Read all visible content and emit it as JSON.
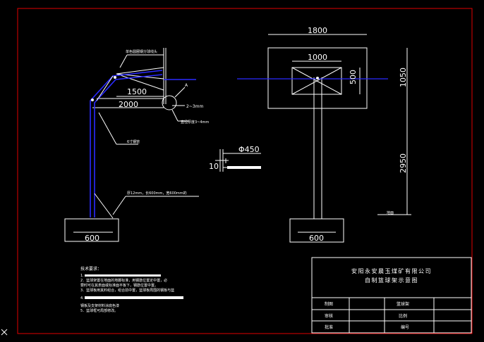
{
  "colors": {
    "background": "#000000",
    "frame": "#e00000",
    "line": "#ffffff",
    "blue": "#2a2aff"
  },
  "side_view": {
    "label_top": "单色圆圈钢分球线头",
    "dim_1500": "1500",
    "dim_2000": "2000",
    "label_a": "A",
    "label_thickness1": "2~3mm",
    "label_thickness2": "直径厚度3~4mm",
    "label_pipe": "6寸钢管",
    "label_base": "厚12mm，长600mm，宽600mm的",
    "dim_base": "600"
  },
  "detail": {
    "dim_450": "Φ450",
    "dim_10": "10"
  },
  "front_view": {
    "dim_1800": "1800",
    "dim_1000": "1000",
    "dim_500": "500",
    "dim_1050": "1050",
    "dim_2950": "2950",
    "label_ground": "地面",
    "dim_base": "600"
  },
  "notes": {
    "heading": "技术要求：",
    "line1": "1.",
    "line2": "2．篮球架置在地面的地脚标准，用钢筋位置定中置，必",
    "line3": "要时可在其表面或标准面平板下，钢筋位置中置。",
    "line4": "3．篮球板用其料组合，组合前中置，篮球板周围的钢板与篮",
    "line5": "4.",
    "line6": "钢板及支架材料涂底色漆",
    "line7": "5．篮球框可局部修改。"
  },
  "title_block": {
    "company": "安阳永安晨玉煤矿有限公司",
    "drawing_title": "自制篮球架示意图",
    "row1_left": "制图",
    "row1_mid": "篮球架",
    "row2_left": "审核",
    "row2_mid": "比例",
    "row3_left": "批准",
    "row3_mid": "编号"
  }
}
